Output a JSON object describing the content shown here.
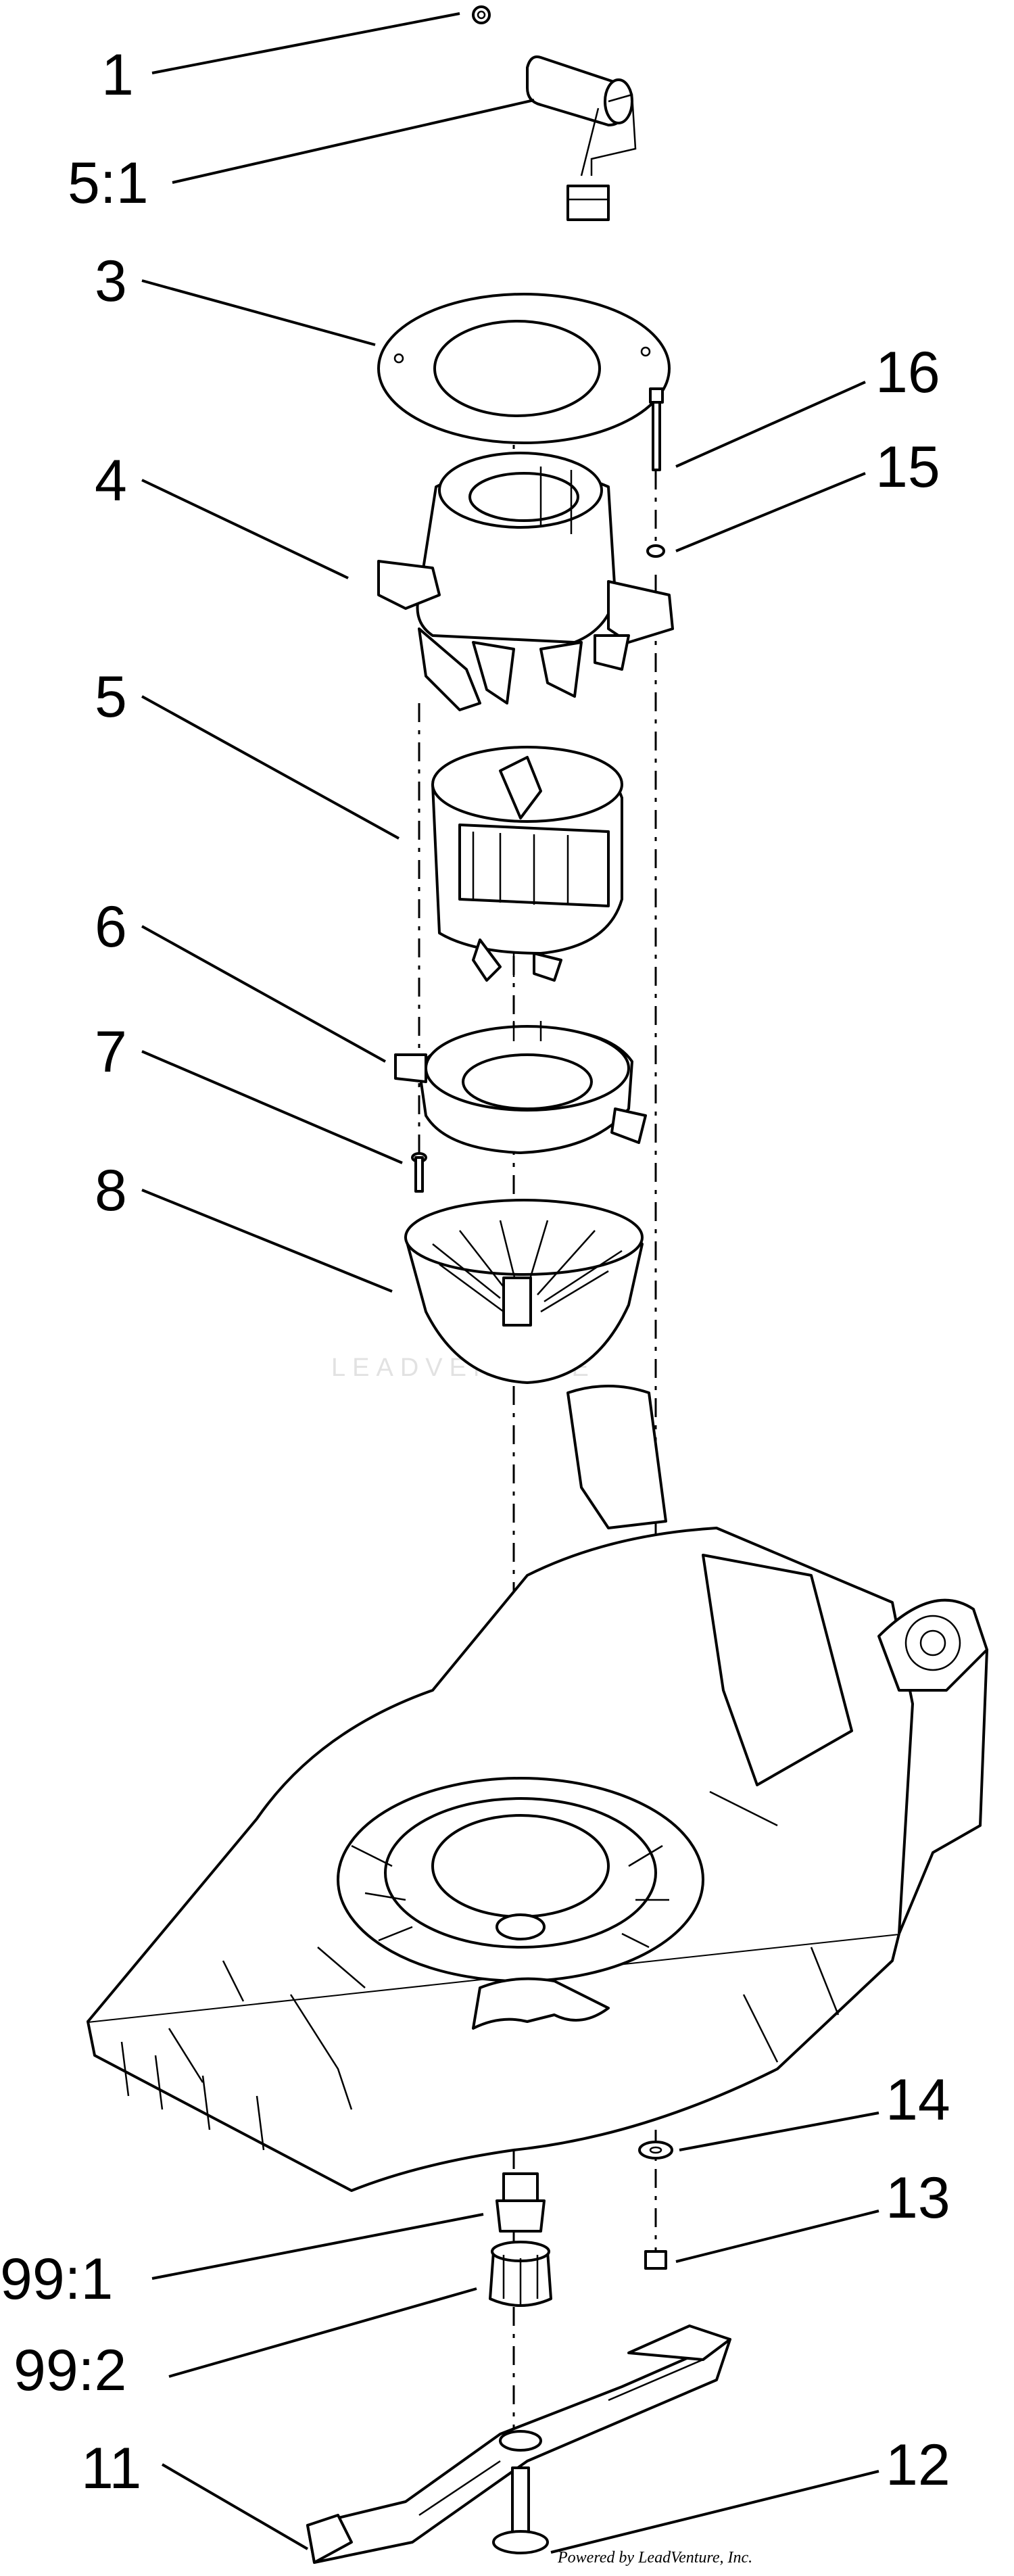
{
  "callouts": [
    {
      "id": "c-1",
      "label": "1"
    },
    {
      "id": "c-5-1",
      "label": "5:1"
    },
    {
      "id": "c-3",
      "label": "3"
    },
    {
      "id": "c-16",
      "label": "16"
    },
    {
      "id": "c-15",
      "label": "15"
    },
    {
      "id": "c-4",
      "label": "4"
    },
    {
      "id": "c-5",
      "label": "5"
    },
    {
      "id": "c-6",
      "label": "6"
    },
    {
      "id": "c-7",
      "label": "7"
    },
    {
      "id": "c-8",
      "label": "8"
    },
    {
      "id": "c-14",
      "label": "14"
    },
    {
      "id": "c-13",
      "label": "13"
    },
    {
      "id": "c-99-1",
      "label": "99:1"
    },
    {
      "id": "c-99-2",
      "label": "99:2"
    },
    {
      "id": "c-11",
      "label": "11"
    },
    {
      "id": "c-12",
      "label": "12"
    }
  ],
  "watermark": "LEADVENTURE",
  "credit": "Powered by LeadVenture, Inc."
}
